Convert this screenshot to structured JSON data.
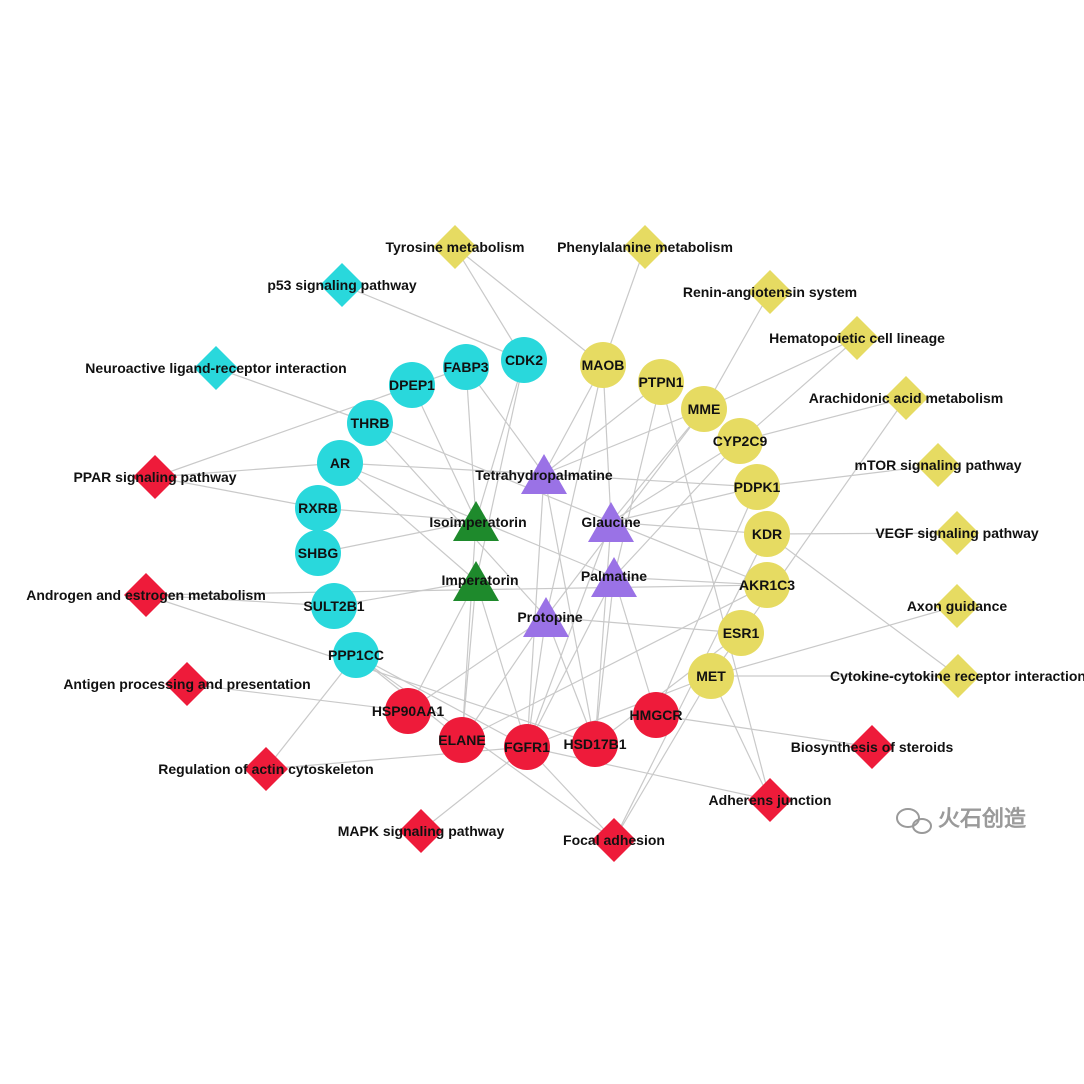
{
  "colors": {
    "cyan": "#29d8dc",
    "yellow": "#e6db62",
    "red": "#ee1b3a",
    "purple": "#9a72e6",
    "green": "#1e8a2c",
    "edge": "#c9c9c9"
  },
  "compounds": [
    {
      "id": "tetrahydropalmatine",
      "label": "Tetrahydropalmatine",
      "color": "purple"
    },
    {
      "id": "glaucine",
      "label": "Glaucine",
      "color": "purple"
    },
    {
      "id": "palmatine",
      "label": "Palmatine",
      "color": "purple"
    },
    {
      "id": "protopine",
      "label": "Protopine",
      "color": "purple"
    },
    {
      "id": "isoimperatorin",
      "label": "Isoimperatorin",
      "color": "green"
    },
    {
      "id": "imperatorin",
      "label": "Imperatorin",
      "color": "green"
    }
  ],
  "targets": [
    {
      "id": "cdk2",
      "label": "CDK2",
      "color": "cyan"
    },
    {
      "id": "fabp3",
      "label": "FABP3",
      "color": "cyan"
    },
    {
      "id": "dpep1",
      "label": "DPEP1",
      "color": "cyan"
    },
    {
      "id": "thrb",
      "label": "THRB",
      "color": "cyan"
    },
    {
      "id": "ar",
      "label": "AR",
      "color": "cyan"
    },
    {
      "id": "rxrb",
      "label": "RXRB",
      "color": "cyan"
    },
    {
      "id": "shbg",
      "label": "SHBG",
      "color": "cyan"
    },
    {
      "id": "sult2b1",
      "label": "SULT2B1",
      "color": "cyan"
    },
    {
      "id": "ppp1cc",
      "label": "PPP1CC",
      "color": "cyan"
    },
    {
      "id": "maob",
      "label": "MAOB",
      "color": "yellow"
    },
    {
      "id": "ptpn1",
      "label": "PTPN1",
      "color": "yellow"
    },
    {
      "id": "mme",
      "label": "MME",
      "color": "yellow"
    },
    {
      "id": "cyp2c9",
      "label": "CYP2C9",
      "color": "yellow"
    },
    {
      "id": "pdpk1",
      "label": "PDPK1",
      "color": "yellow"
    },
    {
      "id": "kdr",
      "label": "KDR",
      "color": "yellow"
    },
    {
      "id": "akr1c3",
      "label": "AKR1C3",
      "color": "yellow"
    },
    {
      "id": "esr1",
      "label": "ESR1",
      "color": "yellow"
    },
    {
      "id": "met",
      "label": "MET",
      "color": "yellow"
    },
    {
      "id": "hsp90aa1",
      "label": "HSP90AA1",
      "color": "red"
    },
    {
      "id": "elane",
      "label": "ELANE",
      "color": "red"
    },
    {
      "id": "fgfr1",
      "label": "FGFR1",
      "color": "red"
    },
    {
      "id": "hsd17b1",
      "label": "HSD17B1",
      "color": "red"
    },
    {
      "id": "hmgcr",
      "label": "HMGCR",
      "color": "red"
    }
  ],
  "pathways": [
    {
      "id": "tyrosine",
      "label": "Tyrosine metabolism",
      "color": "yellow"
    },
    {
      "id": "phenylalanine",
      "label": "Phenylalanine metabolism",
      "color": "yellow"
    },
    {
      "id": "renin",
      "label": "Renin-angiotensin system",
      "color": "yellow"
    },
    {
      "id": "hematopoietic",
      "label": "Hematopoietic cell lineage",
      "color": "yellow"
    },
    {
      "id": "arachidonic",
      "label": "Arachidonic acid metabolism",
      "color": "yellow"
    },
    {
      "id": "mtor",
      "label": "mTOR signaling pathway",
      "color": "yellow"
    },
    {
      "id": "vegf",
      "label": "VEGF signaling pathway",
      "color": "yellow"
    },
    {
      "id": "axon",
      "label": "Axon guidance",
      "color": "yellow"
    },
    {
      "id": "cytokine",
      "label": "Cytokine-cytokine receptor interaction",
      "color": "yellow"
    },
    {
      "id": "p53",
      "label": "p53 signaling pathway",
      "color": "cyan"
    },
    {
      "id": "neuroactive",
      "label": "Neuroactive ligand-receptor interaction",
      "color": "cyan"
    },
    {
      "id": "ppar",
      "label": "PPAR signaling pathway",
      "color": "red"
    },
    {
      "id": "androgen",
      "label": "Androgen and estrogen metabolism",
      "color": "red"
    },
    {
      "id": "antigen",
      "label": "Antigen processing and presentation",
      "color": "red"
    },
    {
      "id": "actin",
      "label": "Regulation of actin cytoskeleton",
      "color": "red"
    },
    {
      "id": "mapk",
      "label": "MAPK signaling pathway",
      "color": "red"
    },
    {
      "id": "focal",
      "label": "Focal adhesion",
      "color": "red"
    },
    {
      "id": "adherens",
      "label": "Adherens junction",
      "color": "red"
    },
    {
      "id": "steroids",
      "label": "Biosynthesis of steroids",
      "color": "red"
    }
  ],
  "edges": [
    [
      "tetrahydropalmatine",
      "maob"
    ],
    [
      "tetrahydropalmatine",
      "ptpn1"
    ],
    [
      "tetrahydropalmatine",
      "mme"
    ],
    [
      "tetrahydropalmatine",
      "pdpk1"
    ],
    [
      "tetrahydropalmatine",
      "fabp3"
    ],
    [
      "tetrahydropalmatine",
      "ar"
    ],
    [
      "tetrahydropalmatine",
      "fgfr1"
    ],
    [
      "tetrahydropalmatine",
      "hsd17b1"
    ],
    [
      "glaucine",
      "maob"
    ],
    [
      "glaucine",
      "mme"
    ],
    [
      "glaucine",
      "cyp2c9"
    ],
    [
      "glaucine",
      "kdr"
    ],
    [
      "glaucine",
      "akr1c3"
    ],
    [
      "glaucine",
      "pdpk1"
    ],
    [
      "glaucine",
      "fgfr1"
    ],
    [
      "glaucine",
      "hsd17b1"
    ],
    [
      "glaucine",
      "thrb"
    ],
    [
      "palmatine",
      "ptpn1"
    ],
    [
      "palmatine",
      "akr1c3"
    ],
    [
      "palmatine",
      "cyp2c9"
    ],
    [
      "palmatine",
      "ar"
    ],
    [
      "palmatine",
      "hsd17b1"
    ],
    [
      "palmatine",
      "fgfr1"
    ],
    [
      "palmatine",
      "hmgcr"
    ],
    [
      "protopine",
      "maob"
    ],
    [
      "protopine",
      "esr1"
    ],
    [
      "protopine",
      "elane"
    ],
    [
      "protopine",
      "fgfr1"
    ],
    [
      "protopine",
      "hsd17b1"
    ],
    [
      "protopine",
      "hsp90aa1"
    ],
    [
      "protopine",
      "mme"
    ],
    [
      "protopine",
      "thrb"
    ],
    [
      "isoimperatorin",
      "dpep1"
    ],
    [
      "isoimperatorin",
      "rxrb"
    ],
    [
      "isoimperatorin",
      "shbg"
    ],
    [
      "isoimperatorin",
      "cdk2"
    ],
    [
      "isoimperatorin",
      "elane"
    ],
    [
      "isoimperatorin",
      "fabp3"
    ],
    [
      "imperatorin",
      "sult2b1"
    ],
    [
      "imperatorin",
      "ar"
    ],
    [
      "imperatorin",
      "elane"
    ],
    [
      "imperatorin",
      "fgfr1"
    ],
    [
      "imperatorin",
      "cdk2"
    ],
    [
      "imperatorin",
      "hsp90aa1"
    ],
    [
      "tyrosine",
      "maob"
    ],
    [
      "tyrosine",
      "cdk2"
    ],
    [
      "phenylalanine",
      "maob"
    ],
    [
      "renin",
      "mme"
    ],
    [
      "hematopoietic",
      "mme"
    ],
    [
      "hematopoietic",
      "cyp2c9"
    ],
    [
      "arachidonic",
      "cyp2c9"
    ],
    [
      "arachidonic",
      "met"
    ],
    [
      "mtor",
      "pdpk1"
    ],
    [
      "vegf",
      "kdr"
    ],
    [
      "axon",
      "met"
    ],
    [
      "cytokine",
      "met"
    ],
    [
      "cytokine",
      "kdr"
    ],
    [
      "p53",
      "cdk2"
    ],
    [
      "neuroactive",
      "thrb"
    ],
    [
      "ppar",
      "rxrb"
    ],
    [
      "ppar",
      "fabp3"
    ],
    [
      "ppar",
      "ar"
    ],
    [
      "androgen",
      "hsd17b1"
    ],
    [
      "androgen",
      "akr1c3"
    ],
    [
      "androgen",
      "sult2b1"
    ],
    [
      "antigen",
      "hsp90aa1"
    ],
    [
      "actin",
      "fgfr1"
    ],
    [
      "actin",
      "ppp1cc"
    ],
    [
      "mapk",
      "fgfr1"
    ],
    [
      "focal",
      "fgfr1"
    ],
    [
      "focal",
      "met"
    ],
    [
      "focal",
      "kdr"
    ],
    [
      "focal",
      "ppp1cc"
    ],
    [
      "adherens",
      "fgfr1"
    ],
    [
      "adherens",
      "met"
    ],
    [
      "adherens",
      "ptpn1"
    ],
    [
      "steroids",
      "hmgcr"
    ],
    [
      "ppp1cc",
      "elane"
    ],
    [
      "ppp1cc",
      "fgfr1"
    ],
    [
      "akr1c3",
      "elane"
    ],
    [
      "esr1",
      "hsd17b1"
    ],
    [
      "pdpk1",
      "hmgcr"
    ],
    [
      "met",
      "fgfr1"
    ]
  ],
  "watermark": {
    "text": "火石创造",
    "icon": "wechat-icon"
  }
}
